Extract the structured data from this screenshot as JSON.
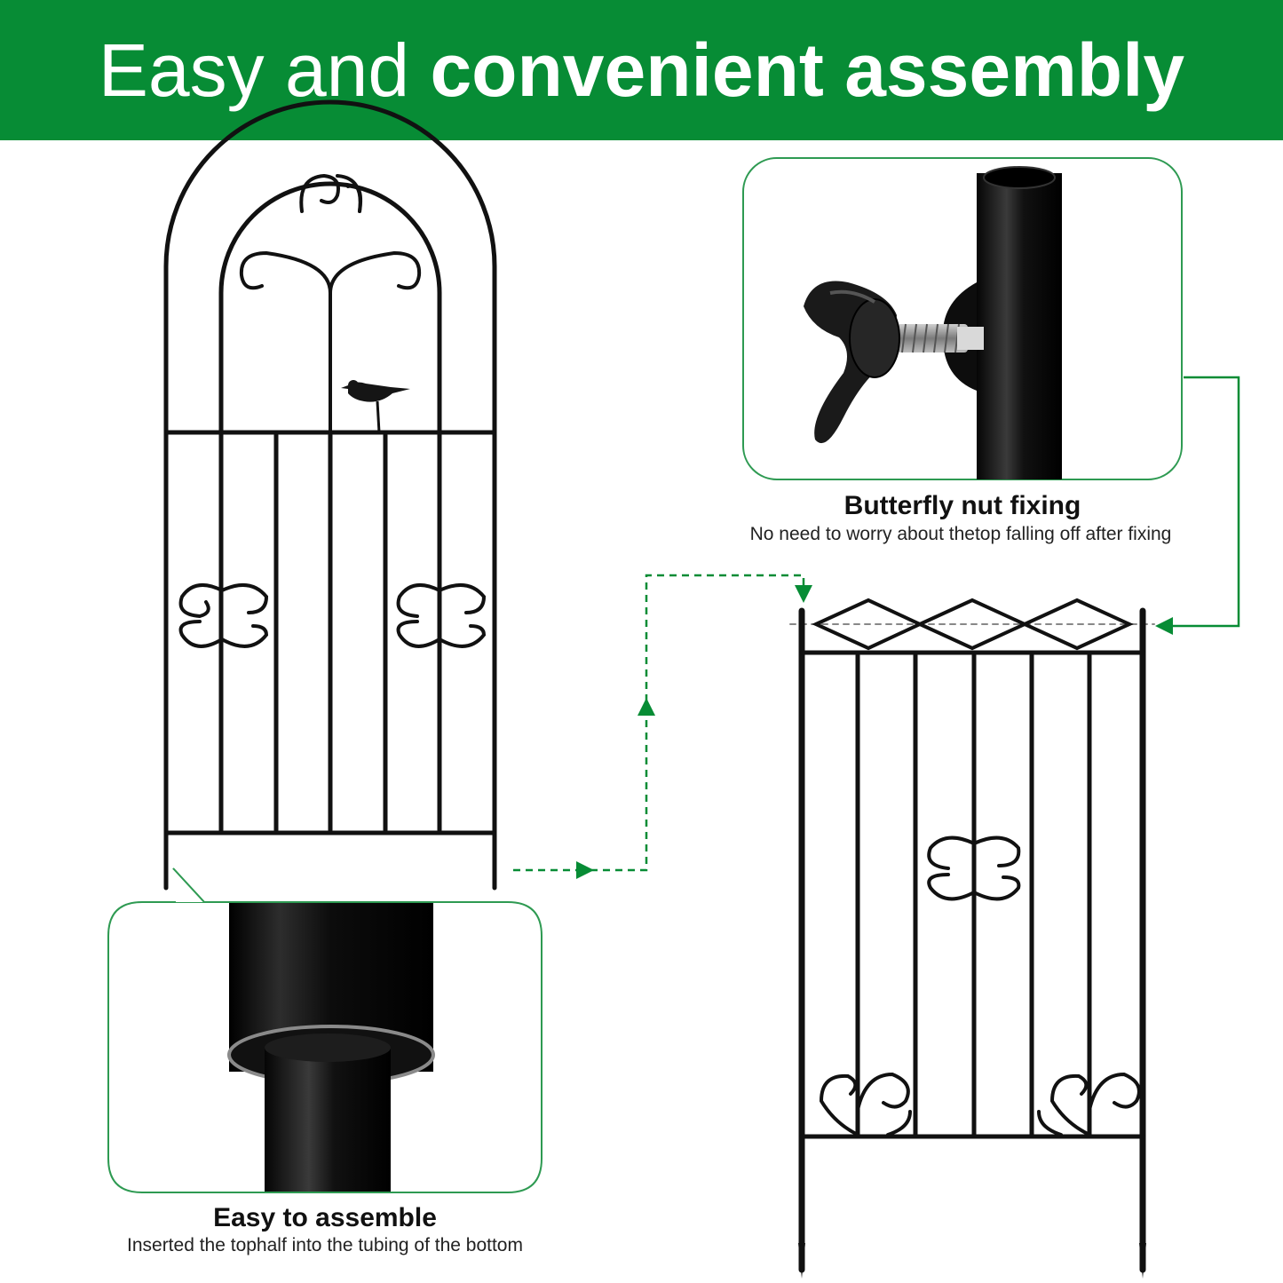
{
  "header": {
    "title_light": "Easy and",
    "title_bold": "convenient assembly",
    "background_color": "#078c35",
    "text_color": "#ffffff"
  },
  "callout_top_right": {
    "title": "Butterfly nut fixing",
    "subtitle": "No need to worry about thetop falling off after fixing",
    "image": "butterfly-nut-on-pole"
  },
  "callout_bottom_left": {
    "title": "Easy to assemble",
    "subtitle": "Inserted the tophalf into the tubing of the bottom",
    "image": "tube-insertion-closeup"
  },
  "products": {
    "left": "arched-fence-panel-with-bird",
    "right": "fence-panel-with-diamond-top"
  },
  "colors": {
    "accent_green": "#078c35",
    "frame_border": "#2e9a52",
    "metal": "#111111"
  }
}
